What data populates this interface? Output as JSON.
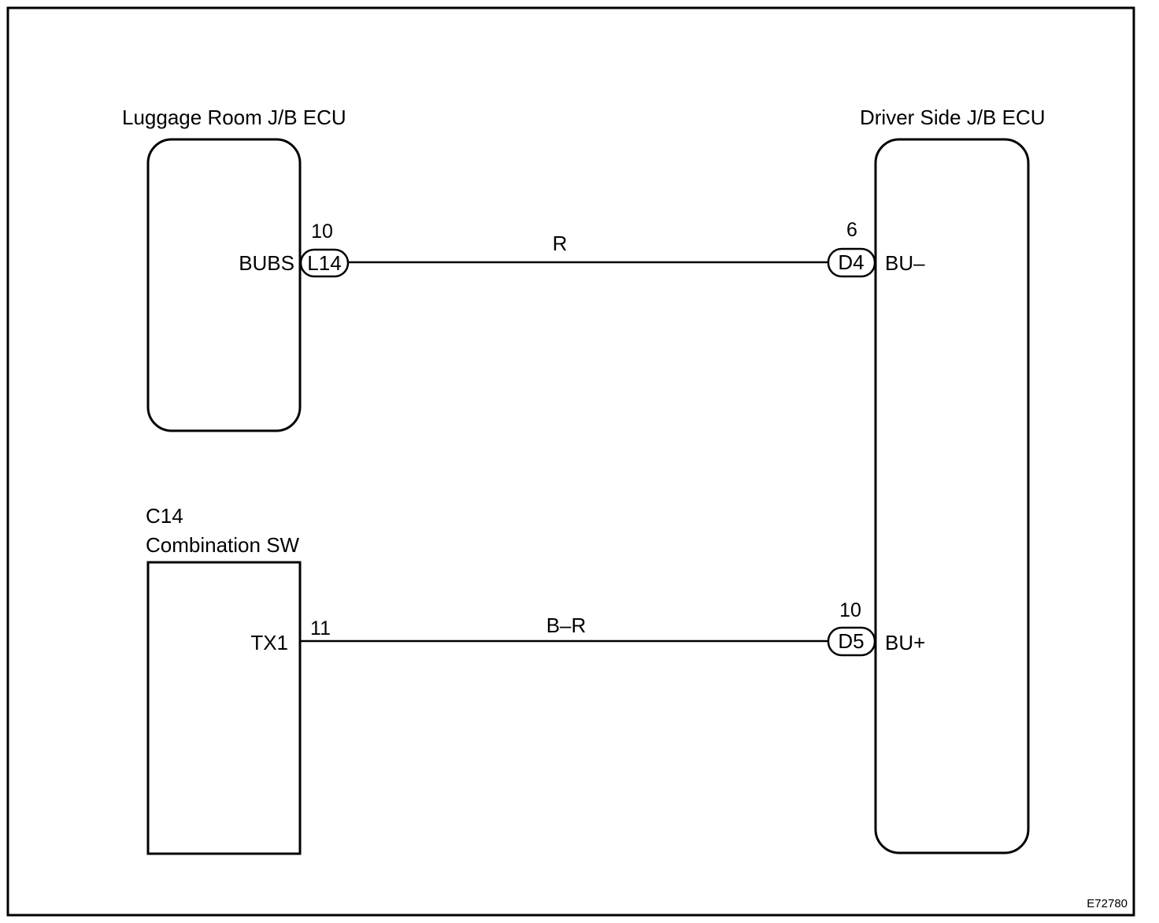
{
  "components": {
    "luggage_ecu": {
      "title": "Luggage Room J/B ECU",
      "terminal": "BUBS",
      "pin": "10",
      "connector": "L14"
    },
    "driver_ecu": {
      "title": "Driver Side J/B ECU",
      "terminal_top": "BU–",
      "pin_top": "6",
      "connector_top": "D4",
      "terminal_bottom": "BU+",
      "pin_bottom": "10",
      "connector_bottom": "D5"
    },
    "combination_sw": {
      "code": "C14",
      "title": "Combination SW",
      "terminal": "TX1",
      "pin": "11"
    }
  },
  "wires": {
    "upper": {
      "color_code": "R"
    },
    "lower": {
      "color_code": "B–R"
    }
  },
  "figure_ref": "E72780"
}
